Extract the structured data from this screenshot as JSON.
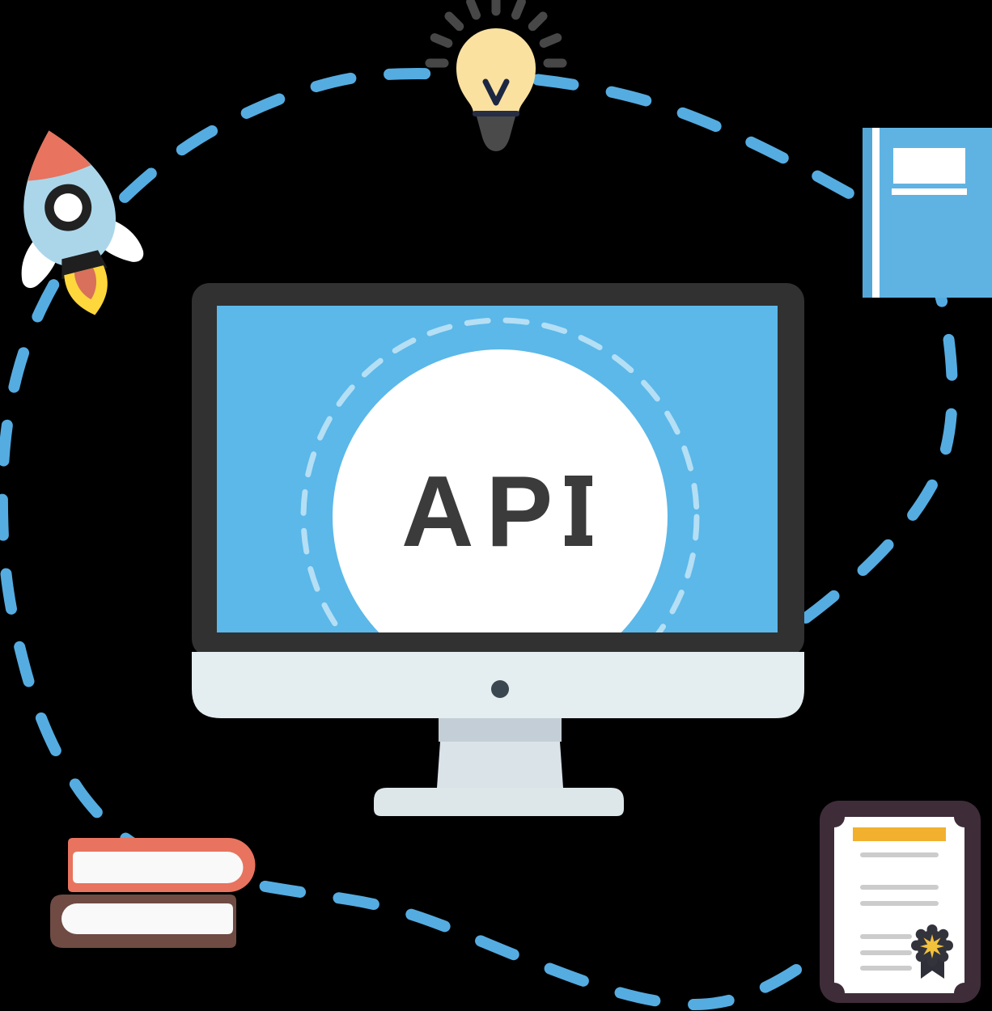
{
  "title": "API concept flat illustration",
  "background_color": "#000000",
  "screen": {
    "label": "API"
  },
  "colors": {
    "background": "#000000",
    "dash_blue": "#55ace1",
    "screen_blue": "#5bb8e9",
    "monitor_frame": "#313131",
    "monitor_chin": "#e4edf0",
    "monitor_stand": "#d9e3e8",
    "bulb_yellow": "#fae1a0",
    "ray_gray": "#474747",
    "rocket_body": "#abd6ea",
    "accent_red": "#e8735e",
    "flame_yellow": "#fdd73c",
    "book_blue": "#5fb3e3",
    "book_brown": "#6f4b44",
    "certificate_frame": "#3f2c39",
    "gold": "#f1b02e",
    "text_dark": "#3b3b3b"
  },
  "icons": [
    {
      "name": "rocket"
    },
    {
      "name": "lightbulb"
    },
    {
      "name": "book"
    },
    {
      "name": "monitor"
    },
    {
      "name": "stacked-books"
    },
    {
      "name": "certificate"
    }
  ]
}
